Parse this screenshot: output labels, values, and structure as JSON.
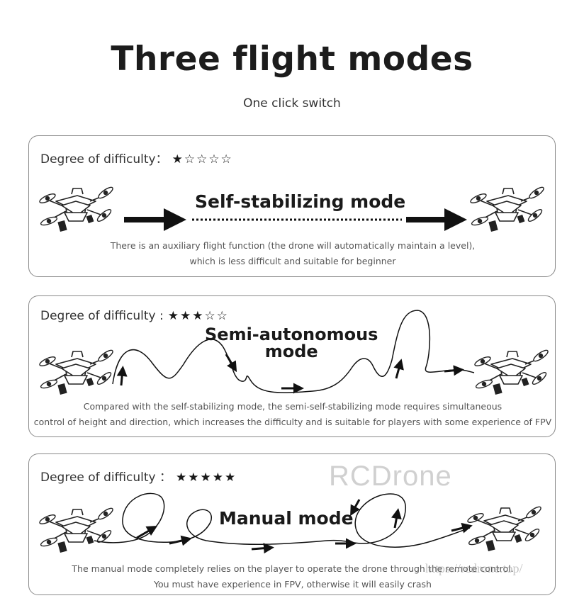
{
  "header": {
    "title": "Three flight modes",
    "subtitle": "One click switch"
  },
  "modes": [
    {
      "difficulty_label": "Degree of difficulty：",
      "stars": "★☆☆☆☆",
      "stars_filled": 1,
      "name": "Self-stabilizing mode",
      "desc_line1": "There is an auxiliary flight function (the drone will automatically maintain a level),",
      "desc_line2": "which is less difficult and suitable for beginner"
    },
    {
      "difficulty_label": "Degree of difficulty :",
      "stars": "★★★☆☆",
      "stars_filled": 3,
      "name_line1": "Semi-autonomous",
      "name_line2": "mode",
      "desc_line1": "Compared with the self-stabilizing mode, the semi-self-stabilizing mode requires simultaneous",
      "desc_line2": "control of height and direction, which increases the difficulty and is suitable for players with some experience of FPV"
    },
    {
      "difficulty_label": "Degree of difficulty ：",
      "stars": "★★★★★",
      "stars_filled": 5,
      "name": "Manual mode",
      "desc_line1": "The manual mode completely relies on the player to operate the drone through the remote control.",
      "desc_line2": "You must have experience in FPV, otherwise it will easily crash"
    }
  ],
  "watermark": {
    "brand": "RCDrone",
    "url": "https://rcdrone.top/"
  },
  "icons": [
    "drone-icon",
    "arrow-right-icon",
    "star-icon"
  ]
}
